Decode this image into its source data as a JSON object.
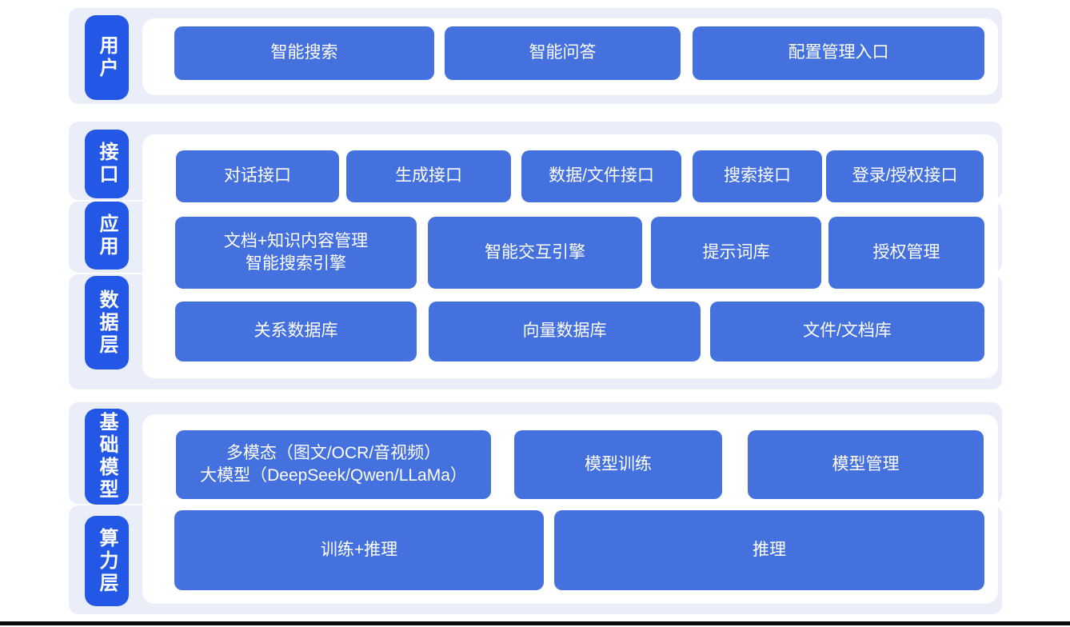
{
  "colors": {
    "band_bg": "#e9eef8",
    "tab_bg": "#2357e5",
    "button_bg": "#4471dd",
    "button_text": "#ffffff",
    "bottom_bar": "#0a0a0a"
  },
  "sections": [
    {
      "name": "user-layer",
      "tab": "用户",
      "buttons": [
        "智能搜索",
        "智能问答",
        "配置管理入口"
      ]
    },
    {
      "name": "interface-app-data-layer",
      "tabs": [
        "接口",
        "应用",
        "数据层"
      ],
      "row1": [
        "对话接口",
        "生成接口",
        "数据/文件接口",
        "搜索接口",
        "登录/授权接口"
      ],
      "row2": [
        {
          "line1": "文档+知识内容管理",
          "line2": "智能搜索引擎"
        },
        "智能交互引擎",
        "提示词库",
        "授权管理"
      ],
      "row3": [
        "关系数据库",
        "向量数据库",
        "文件/文档库"
      ]
    },
    {
      "name": "foundation-compute-layer",
      "tabs": [
        "基础模型",
        "算力层"
      ],
      "row1": [
        {
          "line1": "多模态（图文/OCR/音视频）",
          "line2": "大模型（DeepSeek/Qwen/LLaMa）"
        },
        "模型训练",
        "模型管理"
      ],
      "row2": [
        "训练+推理",
        "推理"
      ]
    }
  ]
}
